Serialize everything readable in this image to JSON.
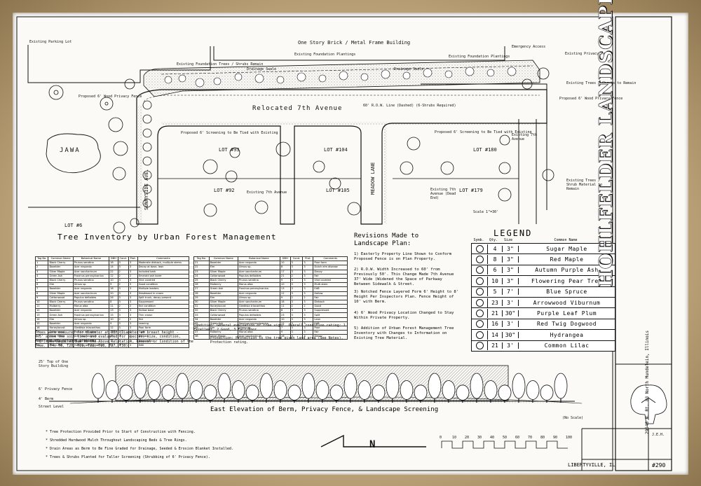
{
  "plan": {
    "building_label": "One Story Brick / Metal Frame Building",
    "existing_parking_lot": "Existing Parking Lot",
    "existing_foundation_trees": "Existing Foundation Trees / Shrubs Remain",
    "existing_foundation_plantings": "Existing Foundation Plantings",
    "existing_foundation_plantings2": "Existing Foundation Plantings",
    "drainage_swale": "Drainage Swale",
    "drainage_swale2": "Drainage Swale",
    "emergency_access": "Emergency Access",
    "existing_privacy_fence": "Existing Privacy Fence",
    "existing_trees_remain": "Existing Trees / Shrubs to Remain",
    "relocated_avenue": "Relocated 7th Avenue",
    "row_line": "60' R.O.W. Line (Dashed) (6-Shrubs Required)",
    "proposed_wood_fence_left": "Proposed 6' Wood Privacy Fence",
    "proposed_wood_fence_right": "Proposed 6' Wood Privacy Fence",
    "jawa": "JAWA",
    "proposed_screening_left": "Proposed 6' Screening to Be Tied with Existing",
    "proposed_screening_right": "Proposed 6' Screening to Be Tied with Existing",
    "lot93": "LOT #93",
    "lot104": "LOT #104",
    "lot180": "LOT #180",
    "lot92": "LOT #92",
    "existing_avenue": "Existing 7th Avenue",
    "lot105": "LOT #105",
    "lot179": "LOT #179",
    "lot6": "LOT #6",
    "sunnyside": "SUNNYSIDE AVE.",
    "meadow": "MEADOW LANE",
    "existing_the_avenue": "Existing 7th Avenue",
    "existing_trees_shrubs": "Existing Trees / Shrub Material to Remain",
    "existing_avenue_small": "Existing 7th Avenue (Dead End)",
    "scale": "Scale 1\"=30'"
  },
  "tree_inventory": {
    "title": "Tree Inventory by Urban Forest Management",
    "headers": [
      "Tag No.",
      "Common Name",
      "Botanical Name",
      "DBH",
      "Cond.",
      "Prot.",
      "Comments"
    ],
    "left_rows": [
      [
        "1",
        "Black Cherry",
        "Prunus serotina",
        "18",
        "3",
        "3",
        "Moderate dieback, multiple stems"
      ],
      [
        "2",
        "Boxelder",
        "Acer negundo",
        "14",
        "3",
        "3",
        "Decay at base, lean"
      ],
      [
        "3",
        "Silver Maple",
        "Acer saccharinum",
        "22",
        "2",
        "3",
        "Included bark"
      ],
      [
        "4",
        "Green Ash",
        "Fraxinus pennsylvanica",
        "12",
        "2",
        "2",
        "Emerald ash borer"
      ],
      [
        "5",
        "Black Cherry",
        "Prunus serotina",
        "10",
        "3",
        "3",
        "Vine covered"
      ],
      [
        "6",
        "Elm",
        "Ulmus sp.",
        "9",
        "2",
        "3",
        "Good condition"
      ],
      [
        "7",
        "Boxelder",
        "Acer negundo",
        "16",
        "3",
        "3",
        "Multiple leaders"
      ],
      [
        "8",
        "Silver Maple",
        "Acer saccharinum",
        "20",
        "3",
        "3",
        "Deadwood in crown"
      ],
      [
        "9",
        "Cottonwood",
        "Populus deltoides",
        "26",
        "3",
        "3",
        "Split trunk, decay present"
      ],
      [
        "10",
        "Black Cherry",
        "Prunus serotina",
        "8",
        "3",
        "3",
        "Suppressed"
      ],
      [
        "11",
        "Mulberry",
        "Morus alba",
        "11",
        "2",
        "2",
        "Fair condition"
      ],
      [
        "12",
        "Boxelder",
        "Acer negundo",
        "13",
        "3",
        "3",
        "Hollow base"
      ],
      [
        "13",
        "Green Ash",
        "Fraxinus pennsylvanica",
        "15",
        "3",
        "3",
        "Thin crown"
      ],
      [
        "14",
        "Elm",
        "Ulmus sp.",
        "10",
        "2",
        "2",
        "Fair"
      ],
      [
        "15",
        "Boxelder",
        "Acer negundo",
        "9",
        "3",
        "3",
        "Leaning"
      ],
      [
        "16",
        "Honeylocust",
        "Gleditsia triacanthos",
        "12",
        "3",
        "3",
        "Poor form"
      ],
      [
        "17",
        "Cottonwood",
        "Populus deltoides",
        "24",
        "2",
        "3",
        "Good"
      ],
      [
        "18",
        "Silver Maple",
        "Acer saccharinum",
        "19",
        "3",
        "2",
        "Dieback"
      ],
      [
        "19",
        "Black Cherry",
        "Prunus serotina",
        "7",
        "3",
        "3",
        "Suppressed"
      ],
      [
        "20",
        "Green Ash",
        "Fraxinus pennsylvanica",
        "11",
        "3",
        "3",
        "EAB"
      ]
    ],
    "right_rows": [
      [
        "21",
        "Boxelder",
        "Acer negundo",
        "10",
        "3",
        "3",
        "Poor form"
      ],
      [
        "22",
        "Elm",
        "Ulmus sp.",
        "8",
        "3",
        "3",
        "Dutch elm disease"
      ],
      [
        "23",
        "Silver Maple",
        "Acer saccharinum",
        "17",
        "3",
        "3",
        "Decay"
      ],
      [
        "24",
        "Cottonwood",
        "Populus deltoides",
        "21",
        "2",
        "3",
        "Fair"
      ],
      [
        "25",
        "Black Cherry",
        "Prunus serotina",
        "9",
        "3",
        "3",
        "Vine covered"
      ],
      [
        "26",
        "Mulberry",
        "Morus alba",
        "10",
        "3",
        "3",
        "Multi-stem"
      ],
      [
        "27",
        "Green Ash",
        "Fraxinus pennsylvanica",
        "13",
        "3",
        "3",
        "EAB"
      ],
      [
        "28",
        "Boxelder",
        "Acer negundo",
        "12",
        "3",
        "3",
        "Hollow"
      ],
      [
        "29",
        "Elm",
        "Ulmus sp.",
        "9",
        "2",
        "2",
        "Fair"
      ],
      [
        "30",
        "Silver Maple",
        "Acer saccharinum",
        "18",
        "3",
        "3",
        "Dieback"
      ],
      [
        "31",
        "Honeylocust",
        "Gleditsia triacanthos",
        "11",
        "2",
        "2",
        "Good"
      ],
      [
        "32",
        "Black Cherry",
        "Prunus serotina",
        "8",
        "3",
        "3",
        "Suppressed"
      ],
      [
        "33",
        "Cottonwood",
        "Populus deltoides",
        "23",
        "3",
        "3",
        "Split"
      ],
      [
        "34",
        "Boxelder",
        "Acer negundo",
        "10",
        "3",
        "3",
        "Lean"
      ],
      [
        "35",
        "Green Ash",
        "Fraxinus pennsylvanica",
        "12",
        "3",
        "3",
        "EAB"
      ],
      [
        "36",
        "Elm",
        "Ulmus sp.",
        "7",
        "3",
        "3",
        "Poor"
      ],
      [
        "37",
        "Mulberry",
        "Morus alba",
        "9",
        "3",
        "3",
        "Fair"
      ],
      [
        "38",
        "Silver Maple",
        "Acer saccharinum",
        "16",
        "3",
        "3",
        "Decay"
      ]
    ],
    "footnote1": "Trees were measured for diameter at DBH (Diameter at breast height - 4.5' above the soil line) and evaluated for species, size, condition, form and any notable problems.",
    "footnote2": "* 8 Trees Required Due to the Above Relocation, Removal or Condition of the Tree. (T4, T8, T20, T21, T22, T23, T27, T30)",
    "condition_key": "Condition: General evaluation of tree vigor. Overall condition rating: 1 Excellent, 2 Good, 3 Fair/Poor",
    "protection_key": "Protection: Protection to the tree given land area (See Notes). Protection rating."
  },
  "revisions": {
    "title": "Revisions Made to Landscape Plan:",
    "items": [
      "1) Easterly Property Line Shown to Conform Proposed Fence is on Plan Property.",
      "2) R.O.W. Width Increased to 60' from Previously 50'. This Change Made 7th Avenue 37' Wide (Widened the Space of Parkway Between Sidewalk & Street.",
      "3) Notched Fence Layered Form 6' Height to 8' Height Per Inspectors Plan. Fence Height of 10' with Berm.",
      "4) 6' Wood Privacy Location Changed to Stay Within Private Property.",
      "5) Addition of Urban Forest Management Tree Inventory with Changes to Information on Existing Tree Material."
    ]
  },
  "legend": {
    "title": "LEGEND",
    "headers": [
      "Symb.",
      "Qty.",
      "Size",
      "Common Name"
    ],
    "rows": [
      {
        "qty": "4",
        "size": "3\"",
        "name": "Sugar Maple"
      },
      {
        "qty": "8",
        "size": "3\"",
        "name": "Red Maple"
      },
      {
        "qty": "6",
        "size": "3\"",
        "name": "Autumn Purple Ash"
      },
      {
        "qty": "10",
        "size": "3\"",
        "name": "Flowering Pear Tree"
      },
      {
        "qty": "5",
        "size": "7'",
        "name": "Blue Spruce"
      },
      {
        "qty": "23",
        "size": "3'",
        "name": "Arrowwood Viburnum"
      },
      {
        "qty": "21",
        "size": "30\"",
        "name": "Purple Leaf Plum"
      },
      {
        "qty": "16",
        "size": "3'",
        "name": "Red Twig Dogwood"
      },
      {
        "qty": "14",
        "size": "30\"",
        "name": "Hydrangea"
      },
      {
        "qty": "21",
        "size": "3'",
        "name": "Common Lilac"
      }
    ]
  },
  "elevation": {
    "title": "East Elevation of Berm, Privacy Fence, & Landscape Screening",
    "label_top": "25' Top of One Story Building",
    "label_fence": "6' Privacy Fence",
    "label_berm": "4' Berm",
    "label_street": "Street Level",
    "no_scale": "(No Scale)"
  },
  "notes": [
    "* Tree Protection Provided Prior to Start of Construction with Fencing.",
    "* Shredded Hardwood Mulch Throughout Landscaping Beds & Tree Rings.",
    "* Drain Areas as Berm to Be Fine Graded for Drainage, Seeded & Erosion Blanket Installed.",
    "* Trees & Shrubs Planted for Taller Screening (Shrubbing of 6' Privacy Fence)."
  ],
  "north_arrow": "N",
  "scale_bar": [
    "0",
    "10",
    "20",
    "30",
    "40",
    "50",
    "60",
    "70",
    "80",
    "90",
    "100"
  ],
  "title_block": {
    "company": "HOHLFELDER LANDSCAPING, INC.",
    "address": "29548 N. Rt. 83 North  Mundelein, Illinois",
    "city": "LIBERTYVILLE, IL",
    "job_no": "#290",
    "drawn_by": "J.E.H."
  },
  "colors": {
    "ink": "#111111",
    "paper": "#fbfaf6",
    "frame": "#b79e74"
  }
}
